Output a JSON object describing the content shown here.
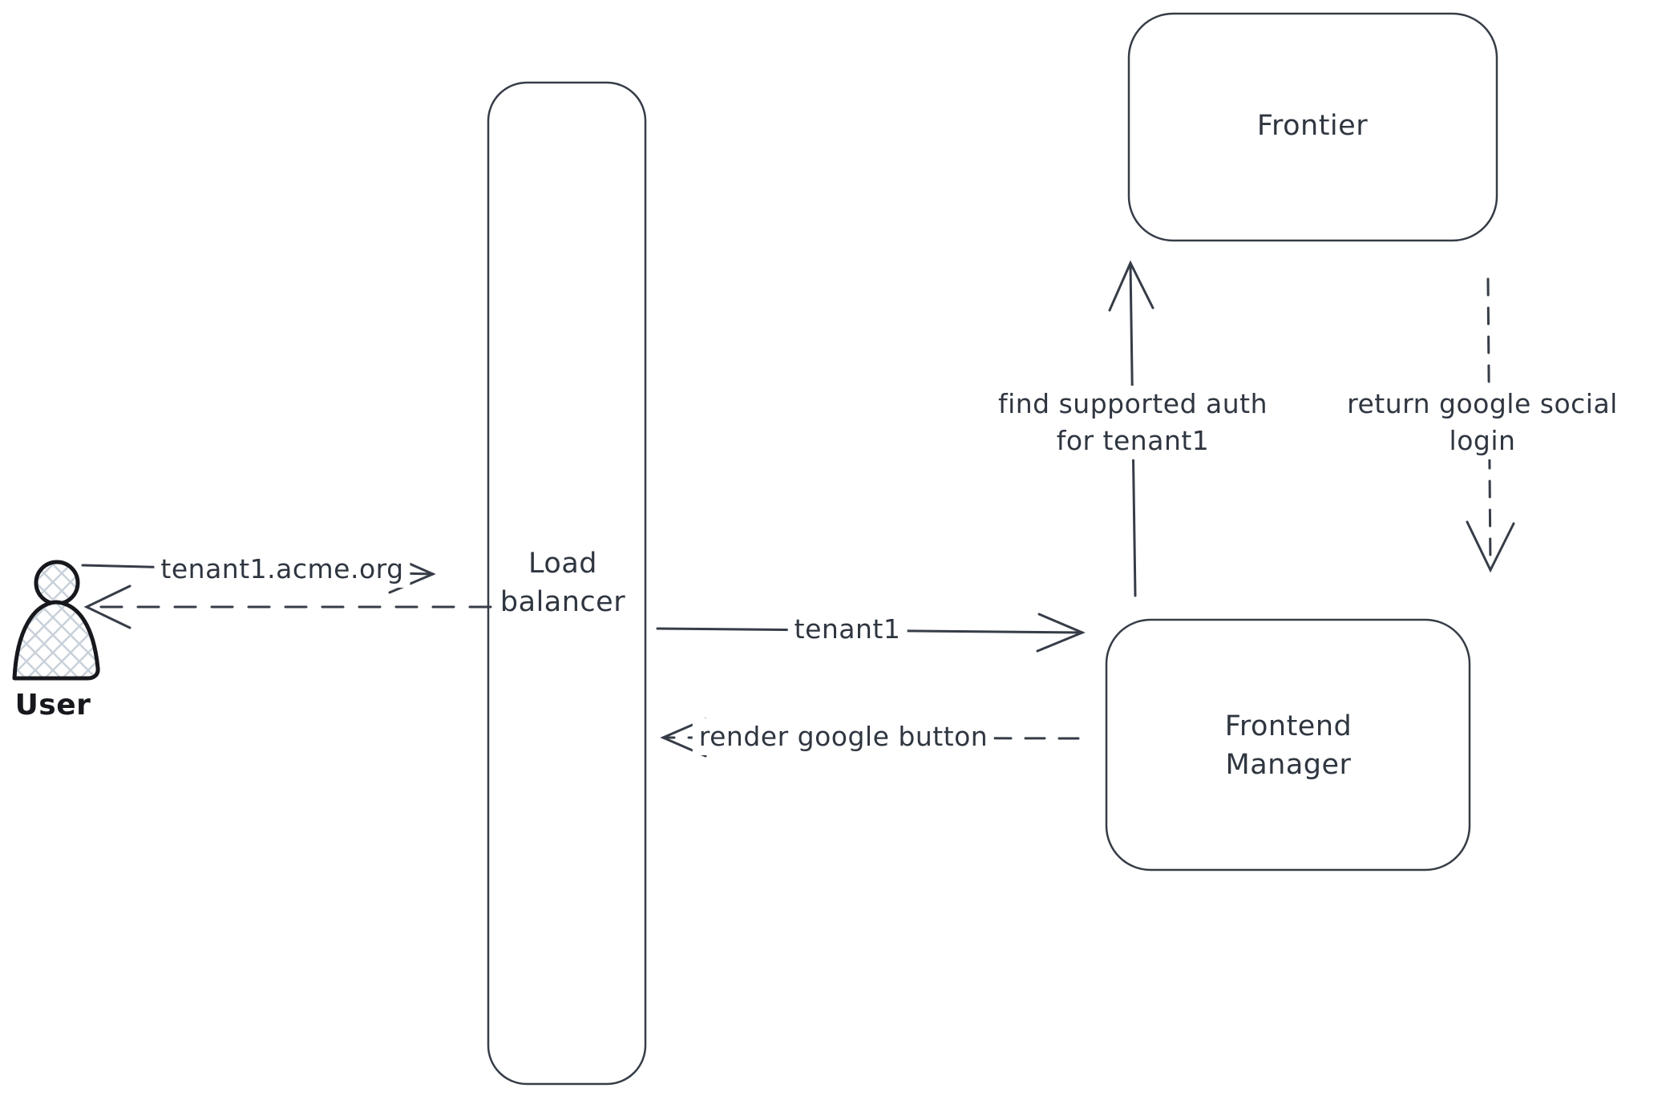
{
  "canvas": {
    "background": "#ffffff",
    "stroke_color": "#363d47",
    "text_color": "#2f3640",
    "hatch_color": "#c9d1da",
    "user_stroke_color": "#16181d"
  },
  "nodes": {
    "user": {
      "label": "User"
    },
    "load_balancer": {
      "lines": [
        "Load",
        "balancer"
      ]
    },
    "frontier": {
      "label": "Frontier"
    },
    "frontend_manager": {
      "lines": [
        "Frontend",
        "Manager"
      ]
    }
  },
  "edges": {
    "user_to_load_balancer": {
      "label": "tenant1.acme.org",
      "style": "solid",
      "direction": "right"
    },
    "load_balancer_to_user": {
      "label": "",
      "style": "dashed",
      "direction": "left"
    },
    "load_balancer_to_frontend_manager": {
      "label": "tenant1",
      "style": "solid",
      "direction": "right"
    },
    "frontend_manager_to_load_balancer": {
      "label": "render google button",
      "style": "dashed",
      "direction": "left"
    },
    "frontend_manager_to_frontier": {
      "lines": [
        "find supported auth",
        "for tenant1"
      ],
      "style": "solid",
      "direction": "up"
    },
    "frontier_to_frontend_manager": {
      "lines": [
        "return google social",
        "login"
      ],
      "style": "dashed",
      "direction": "down"
    }
  }
}
